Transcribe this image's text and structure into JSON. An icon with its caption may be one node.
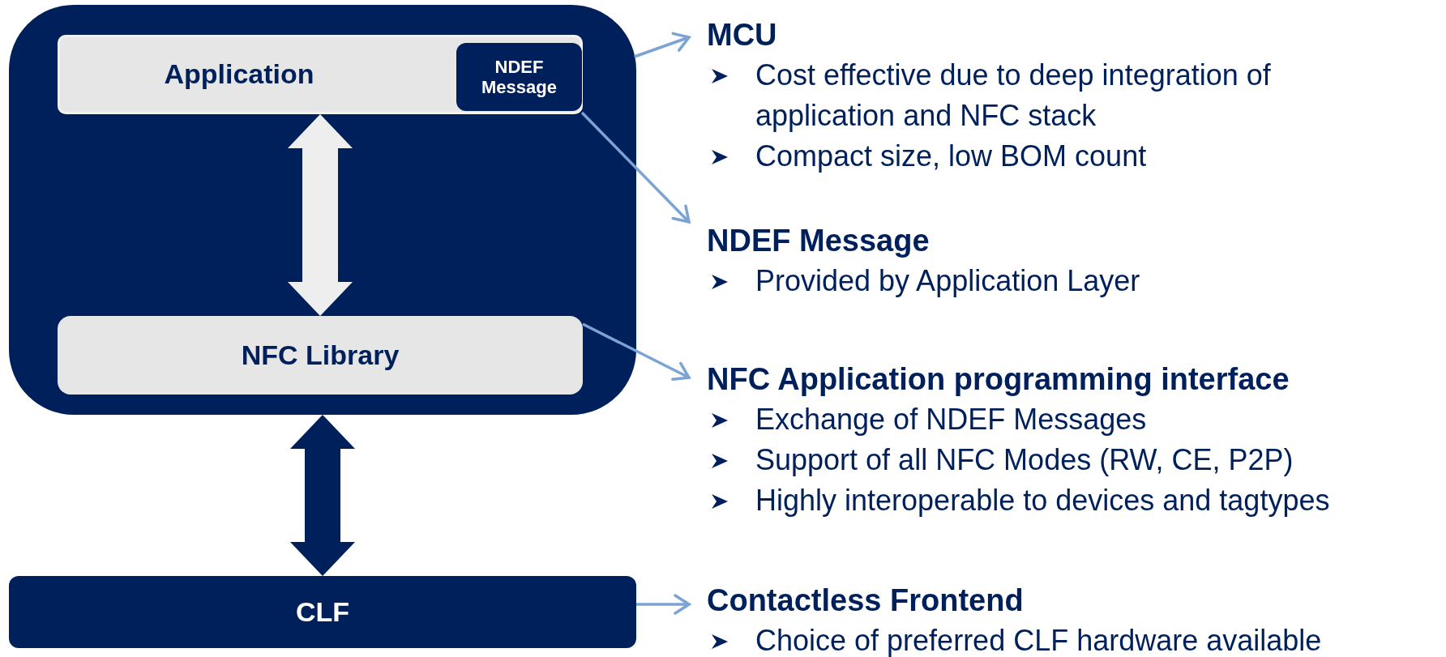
{
  "diagram": {
    "nodes": [
      {
        "text": [],
        "shape": "box"
      },
      {
        "text": [
          "Application"
        ],
        "in": 0
      },
      {
        "text": [
          "NDEF Message"
        ],
        "in": 1
      },
      {
        "text": [
          "NFC Library"
        ],
        "in": 0
      },
      {
        "text": [
          "CLF"
        ]
      },
      {
        "text": [
          "MCU",
          "Cost effective due to deep integration of application and NFC stack",
          "Compact size, low BOM count"
        ]
      },
      {
        "text": [
          "NDEF Message",
          "Provided by Application Layer"
        ]
      },
      {
        "text": [
          "NFC Application programming interface",
          "Exchange of NDEF Messages",
          "Support of all NFC Modes (RW, CE, P2P)",
          "Highly interoperable to devices and tagtypes"
        ]
      },
      {
        "text": [
          "Contactless Frontend",
          "Choice of preferred CLF hardware available"
        ]
      }
    ],
    "edges": [
      {
        "from": 1,
        "to": 3,
        "arrow": "both",
        "style": "thick",
        "color": "#eeeeee"
      },
      {
        "from": 0,
        "to": 4,
        "arrow": "both",
        "style": "thick",
        "color": "#00205b"
      },
      {
        "from": 0,
        "to": 5,
        "arrow": "to"
      },
      {
        "from": 2,
        "to": 6,
        "arrow": "to"
      },
      {
        "from": 3,
        "to": 7,
        "arrow": "to"
      },
      {
        "from": 4,
        "to": 8,
        "arrow": "to"
      }
    ]
  }
}
